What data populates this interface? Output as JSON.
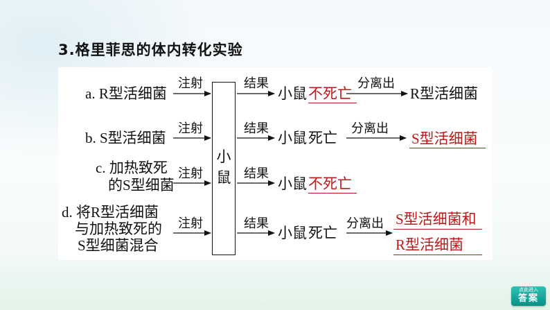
{
  "title": "3.格里菲思的体内转化实验",
  "center_label_1": "小",
  "center_label_2": "鼠",
  "rows": [
    {
      "left": [
        "a. R型活细菌"
      ],
      "inject": "注射",
      "result_label": "结果",
      "mouse": "小鼠",
      "outcome": "不死亡",
      "separate": "分离出",
      "isolated": [
        "R型活细菌"
      ]
    },
    {
      "left": [
        "b. S型活细菌"
      ],
      "inject": "注射",
      "result_label": "结果",
      "mouse": "小鼠",
      "outcome": "死亡",
      "separate": "分离出",
      "isolated": [
        "S型活细菌"
      ]
    },
    {
      "left": [
        "c. 加热致死",
        "的S型细菌"
      ],
      "inject": "注射",
      "result_label": "结果",
      "mouse": "小鼠",
      "outcome": "不死亡"
    },
    {
      "left": [
        "d. 将R型活细菌",
        "与加热致死的",
        "S型细菌混合"
      ],
      "inject": "注射",
      "result_label": "结果",
      "mouse": "小鼠",
      "outcome": "死亡",
      "separate": "分离出",
      "isolated": [
        "S型活细菌和",
        "R型活细菌"
      ]
    }
  ],
  "answer_button": {
    "small": "点此进入",
    "label": "答案"
  },
  "colors": {
    "answer_red": "#c01818",
    "button_teal": "#1aa89d"
  }
}
